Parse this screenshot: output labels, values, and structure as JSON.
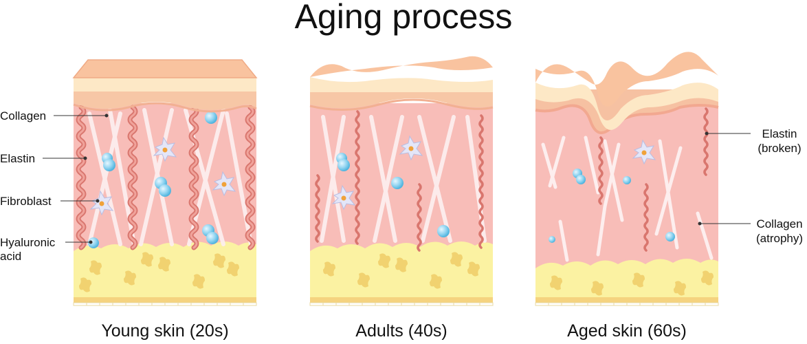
{
  "title": "Aging process",
  "panels": [
    {
      "caption": "Young skin (20s)"
    },
    {
      "caption": "Adults (40s)"
    },
    {
      "caption": "Aged skin (60s)"
    }
  ],
  "left_labels": {
    "collagen": "Collagen",
    "elastin": "Elastin",
    "fibroblast": "Fibroblast",
    "hyaluronic_line1": "Hyaluronic",
    "hyaluronic_line2": "acid"
  },
  "right_labels": {
    "elastin_line1": "Elastin",
    "elastin_line2": "(broken)",
    "collagen_line1": "Collagen",
    "collagen_line2": "(atrophy)"
  },
  "colors": {
    "epidermis": "#f9c5a4",
    "epidermis_dark": "#f4a98a",
    "cream_layer": "#fde9c8",
    "dermis": "#f8bcb8",
    "elastin": "#e58a82",
    "collagen": "#fdf0ee",
    "hypodermis": "#fbf3a6",
    "fat_blob": "#f2d77a",
    "base": "#f5d68a",
    "hyaluronic": "#8fd3f0",
    "fibroblast": "#dcdff5"
  }
}
